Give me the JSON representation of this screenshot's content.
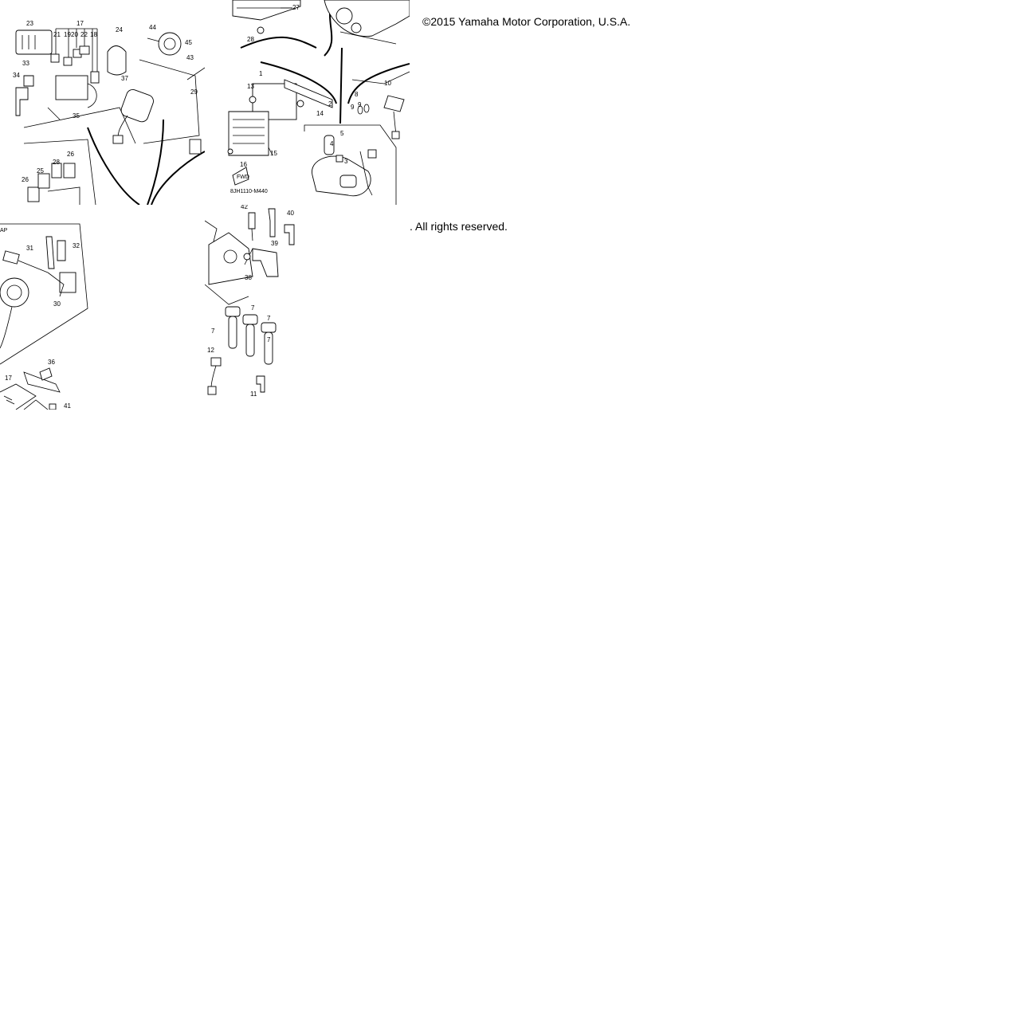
{
  "copyright_part1": "©2015 Yamaha Motor Corporation, U.S.A.",
  "copyright_part2": ". All rights reserved.",
  "drawing_code": "8JH1110-M440",
  "fwd_label": "FWD",
  "corner_label": "AP",
  "callouts": {
    "c1": "1",
    "c2": "2",
    "c3": "3",
    "c4": "4",
    "c5": "5",
    "c7": "7",
    "c8": "8",
    "c9": "9",
    "c10": "10",
    "c11": "11",
    "c12": "12",
    "c13": "13",
    "c14": "14",
    "c15": "15",
    "c16": "16",
    "c17": "17",
    "c18": "18",
    "c19": "19",
    "c20": "20",
    "c21": "21",
    "c22": "22",
    "c23": "23",
    "c24": "24",
    "c25": "25",
    "c26": "26",
    "c27": "27",
    "c28": "28",
    "c29": "29",
    "c30": "30",
    "c31": "31",
    "c32": "32",
    "c33": "33",
    "c34": "34",
    "c35": "35",
    "c36": "36",
    "c37": "37",
    "c38": "38",
    "c39": "39",
    "c40": "40",
    "c41": "41",
    "c42": "42",
    "c43": "43",
    "c44": "44",
    "c45": "45"
  }
}
